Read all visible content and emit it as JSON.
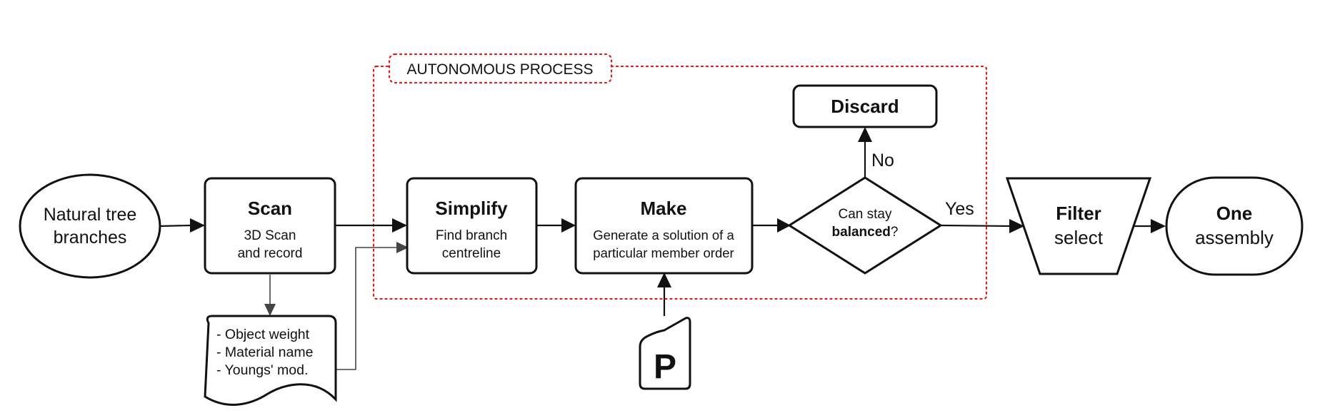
{
  "colors": {
    "ink": "#111111",
    "connector_grey": "#444444",
    "autonomous_border": "#d42020",
    "background": "#ffffff"
  },
  "autonomous_label": "AUTONOMOUS PROCESS",
  "nodes": {
    "input": {
      "line1": "Natural tree",
      "line2": "branches"
    },
    "scan": {
      "title": "Scan",
      "line1": "3D Scan",
      "line2": "and record"
    },
    "document": {
      "items": [
        "- Object weight",
        "- Material name",
        "- Youngs' mod."
      ]
    },
    "simplify": {
      "title": "Simplify",
      "line1": "Find branch",
      "line2": "centreline"
    },
    "make": {
      "title": "Make",
      "line1": "Generate a solution of a",
      "line2": "particular member order"
    },
    "decision": {
      "line1": "Can stay",
      "line2_bold": "balanced",
      "line2_tail": "?"
    },
    "discard": {
      "title": "Discard"
    },
    "filter": {
      "title": "Filter",
      "line1": "select"
    },
    "output": {
      "title": "One",
      "line1": "assembly"
    },
    "p_symbol": {
      "label": "P"
    }
  },
  "edge_labels": {
    "no": "No",
    "yes": "Yes"
  }
}
